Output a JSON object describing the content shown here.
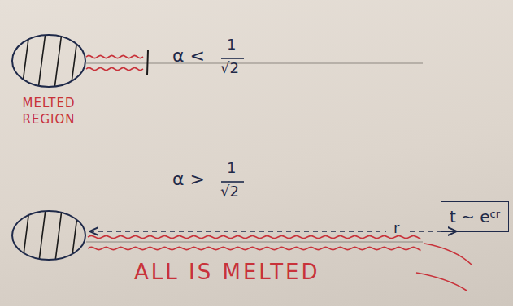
{
  "diagram": {
    "nodes": [
      {
        "text": [
          "MELTED REGION"
        ]
      },
      {
        "text": [
          "t ~ e",
          "cr"
        ]
      }
    ],
    "labels": [
      "α <",
      "1",
      "√2",
      "α >",
      "1",
      "√2",
      "r",
      "ALL IS MELTED"
    ]
  }
}
